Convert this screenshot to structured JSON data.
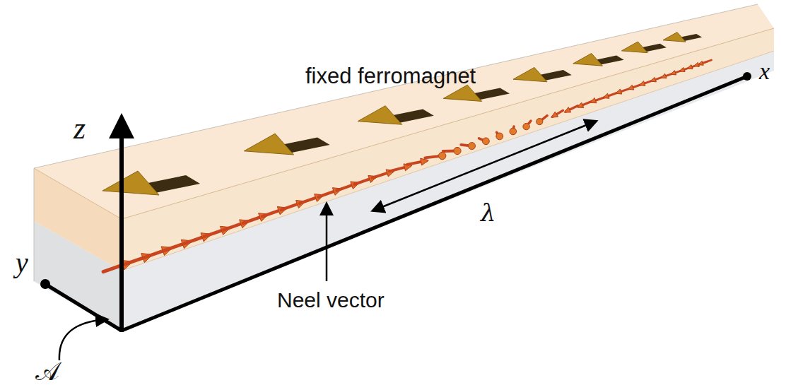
{
  "diagram": {
    "labels": [
      "fixed ferromagnet",
      "x",
      "z",
      "y",
      "λ",
      "Neel vector",
      "𝒜"
    ]
  }
}
